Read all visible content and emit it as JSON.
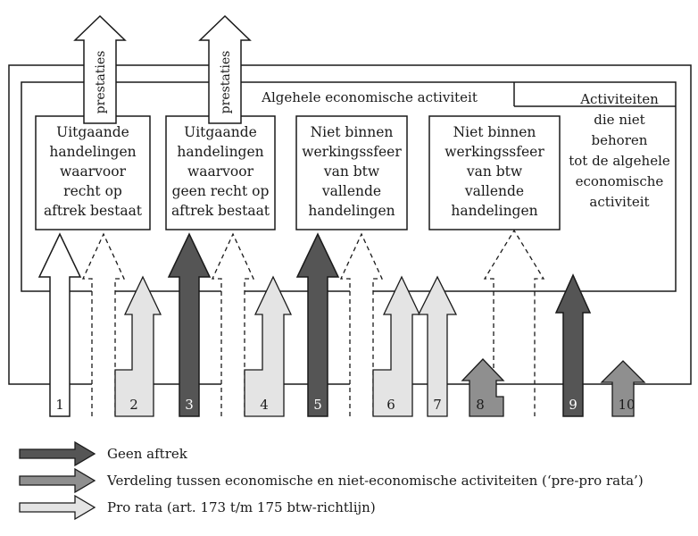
{
  "title_region": "Algehele economische activiteit",
  "outside_region": [
    "Activiteiten",
    "die niet",
    "behoren",
    "tot de algehele",
    "economische",
    "activiteit"
  ],
  "output_label": "prestaties",
  "boxes": [
    {
      "lines": [
        "Uitgaande",
        "handelingen",
        "waarvoor",
        "recht op",
        "aftrek bestaat"
      ]
    },
    {
      "lines": [
        "Uitgaande",
        "handelingen",
        "waarvoor",
        "geen recht op",
        "aftrek bestaat"
      ]
    },
    {
      "lines": [
        "Niet binnen",
        "werkingssfeer",
        "van btw",
        "vallende",
        "handelingen"
      ]
    },
    {
      "lines": [
        "Niet binnen",
        "werkingssfeer",
        "van btw",
        "vallende",
        "handelingen"
      ]
    }
  ],
  "flows": [
    "1",
    "2",
    "3",
    "4",
    "5",
    "6",
    "7",
    "8",
    "9",
    "10"
  ],
  "legend": [
    {
      "label": "Geen aftrek",
      "color": "#555555"
    },
    {
      "label": "Verdeling tussen economische en niet-economische activiteiten (‘pre-pro rata’)",
      "color": "#8f8f8f"
    },
    {
      "label": "Pro rata (art. 173 t/m 175 btw-richtlijn)",
      "color": "#e4e4e4"
    }
  ],
  "colors": {
    "dark": "#555555",
    "mid": "#8f8f8f",
    "light": "#e4e4e4",
    "white": "#ffffff",
    "line": "#1a1a1a"
  }
}
